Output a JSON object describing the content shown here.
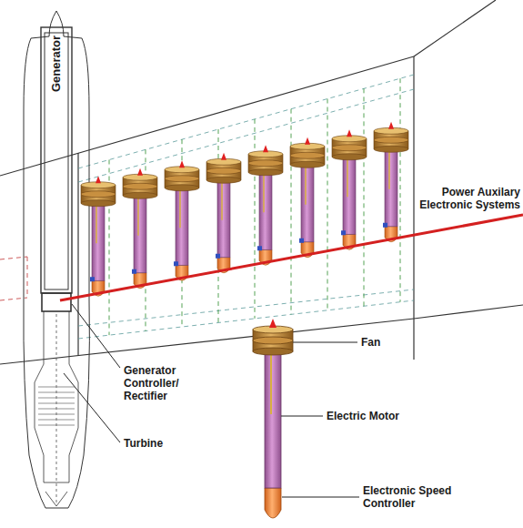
{
  "diagram": {
    "labels": [
      "Generator",
      "Power Auxilary Electronic Systems",
      "Fan",
      "Electric Motor",
      "Electronic Speed Controller",
      "Generator Controller/ Rectifier",
      "Turbine"
    ]
  }
}
